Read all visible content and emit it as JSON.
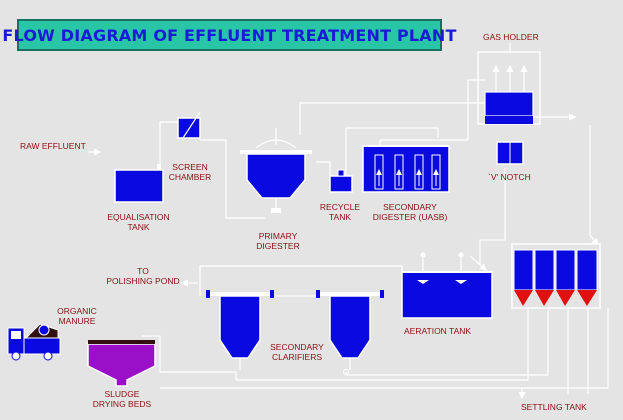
{
  "title": "FLOW DIAGRAM OF EFFLUENT TREATMENT PLANT",
  "labels": {
    "raw_effluent": "RAW EFFLUENT",
    "equalisation_tank_1": "EQUALISATION",
    "equalisation_tank_2": "TANK",
    "screen_chamber_1": "SCREEN",
    "screen_chamber_2": "CHAMBER",
    "primary_digester_1": "PRIMARY",
    "primary_digester_2": "DIGESTER",
    "recycle_tank_1": "RECYCLE",
    "recycle_tank_2": "TANK",
    "secondary_digester_1": "SECONDARY",
    "secondary_digester_2": "DIGESTER (UASB)",
    "gas_holder": "GAS HOLDER",
    "v_notch": "`V' NOTCH",
    "to_polishing_pond_1": "TO",
    "to_polishing_pond_2": "POLISHING POND",
    "organic_manure_1": "ORGANIC",
    "organic_manure_2": "MANURE",
    "sludge_drying_beds_1": "SLUDGE",
    "sludge_drying_beds_2": "DRYING BEDS",
    "secondary_clarifiers_1": "SECONDARY",
    "secondary_clarifiers_2": "CLARIFIERS",
    "aeration_tank": "AERATION TANK",
    "settling_tank": "SETTLING TANK"
  },
  "colors": {
    "background": "#e4e4e4",
    "title_bg": "#28c6a6",
    "title_text": "#1a1ad8",
    "tank_fill": "#0a0ae0",
    "label_text": "#8b1010",
    "cone_red": "#e01010",
    "sludge_purple": "#9a10c8",
    "pipe": "#ffffff"
  }
}
